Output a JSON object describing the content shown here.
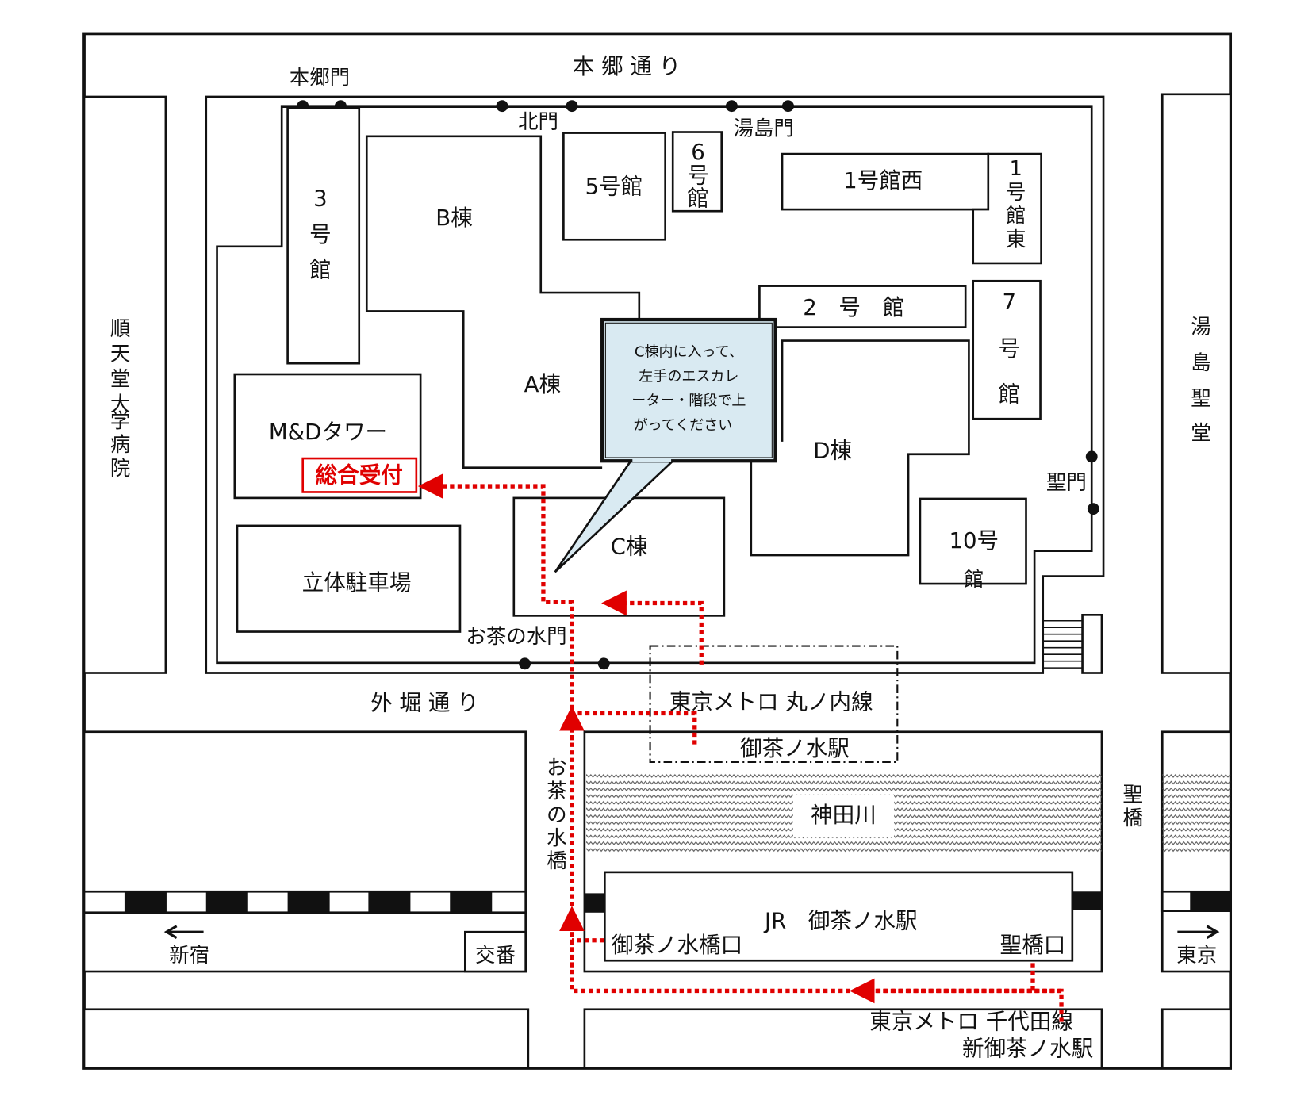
{
  "roads": {
    "top": "本 郷 通 り",
    "middle": "外 堀 通 り",
    "bridge_left": [
      "お",
      "茶",
      "の",
      "水",
      "橋"
    ],
    "bridge_right": [
      "聖",
      "橋"
    ]
  },
  "neighbors": {
    "left": [
      "順",
      "天",
      "堂",
      "大",
      "学",
      "病",
      "院"
    ],
    "right": [
      "湯",
      "島",
      "聖",
      "堂"
    ]
  },
  "gates": {
    "hongo": "本郷門",
    "north": "北門",
    "yushima": "湯島門",
    "hijiri": "聖門",
    "ochanomizu": "お茶の水門"
  },
  "buildings": {
    "b3": [
      "3",
      "号",
      "館"
    ],
    "b_wing": "B棟",
    "a_wing": "A棟",
    "b5": "5号館",
    "b6": [
      "6",
      "号",
      "館"
    ],
    "b1_west": "1号館西",
    "b1_east": [
      "1",
      "号",
      "館",
      "東"
    ],
    "b2": "2　号　館",
    "b7": [
      "7",
      "号",
      "館"
    ],
    "d_wing": "D棟",
    "b10": [
      "10号",
      "館"
    ],
    "md_tower": "M&Dタワー",
    "reception": "総合受付",
    "parking": "立体駐車場",
    "c_wing": "C棟"
  },
  "callout": [
    "C棟内に入って、",
    "左手のエスカレ",
    "ーター・階段で上",
    "がってください"
  ],
  "stations": {
    "marunouchi_line": "東京メトロ 丸ノ内線",
    "marunouchi_station": "御茶ノ水駅",
    "river": "神田川",
    "jr_station": "JR　御茶ノ水駅",
    "exit_ochanomizubashi": "御茶ノ水橋口",
    "exit_hijiribashi": "聖橋口",
    "chiyoda_line": "東京メトロ 千代田線",
    "chiyoda_station": "新御茶ノ水駅"
  },
  "directions": {
    "west": "新宿",
    "east": "東京",
    "police_box": "交番"
  },
  "colors": {
    "route": "#e00000",
    "callout_fill": "#d9eaf2"
  }
}
